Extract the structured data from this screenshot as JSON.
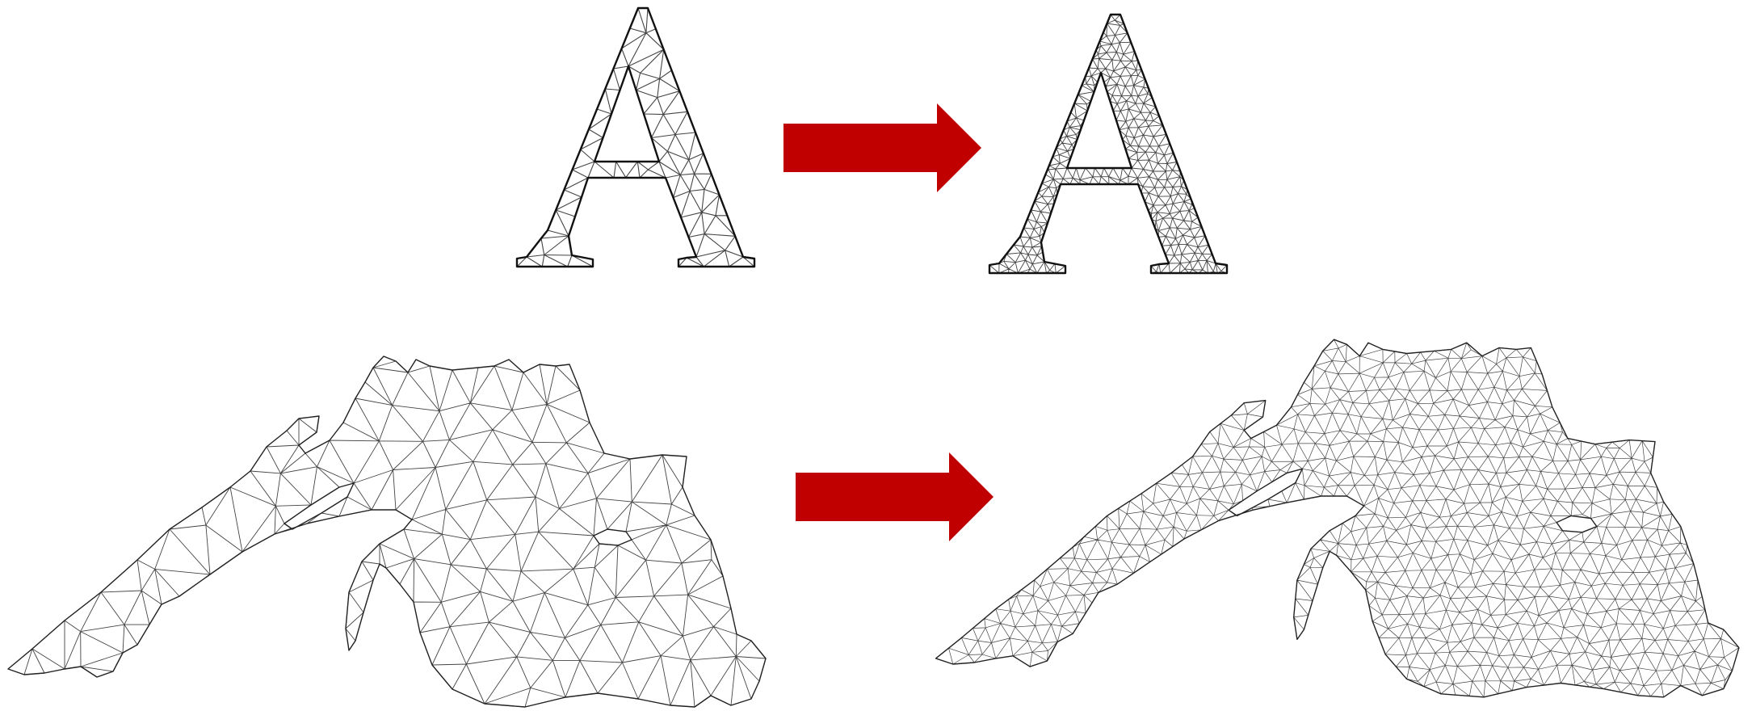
{
  "figure": {
    "description_items": [
      {
        "id": "a-coarse",
        "role": "input-mesh",
        "density": "coarse"
      },
      {
        "id": "a-fine",
        "role": "output-mesh",
        "density": "fine"
      },
      {
        "id": "lake-coarse",
        "role": "input-mesh",
        "density": "coarse"
      },
      {
        "id": "lake-fine",
        "role": "output-mesh",
        "density": "fine"
      }
    ],
    "colors": {
      "arrow": "#c00000",
      "mesh_line": "#444444",
      "outline": "#111111",
      "background": "#ffffff"
    },
    "mesh_settings": {
      "a_coarse_step": 28,
      "a_fine_step": 12,
      "lake_coarse_step": 46,
      "lake_fine_step": 20
    }
  }
}
